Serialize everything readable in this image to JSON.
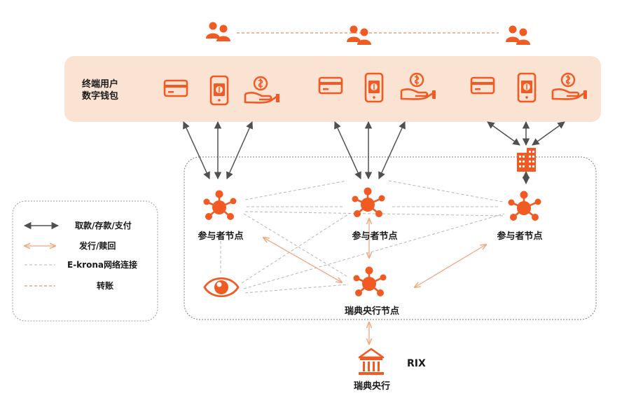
{
  "wallet_label_line1": "终端用户",
  "wallet_label_line2": "数字钱包",
  "participant_nodes": [
    {
      "label": "参与者节点"
    },
    {
      "label": "参与者节点"
    },
    {
      "label": "参与者节点"
    }
  ],
  "central_node_label": "瑞典央行节点",
  "riksbank_label": "瑞典央行",
  "rix_label": "RIX",
  "legend": {
    "items": [
      {
        "label": "取款/存款/支付",
        "style": "dark-double-arrow"
      },
      {
        "label": "发行/赎回",
        "style": "orange-double-arrow"
      },
      {
        "label": "E-krona网络连接",
        "style": "gray-dashed"
      },
      {
        "label": "转账",
        "style": "orange-dashed"
      }
    ]
  },
  "colors": {
    "accent": "#f15a22",
    "wallet_band": "#fbe3d4",
    "dark_arrow": "#505050",
    "light_arrow": "#f2a77e",
    "network": "#b5b5b5",
    "transfer": "#f08a5a"
  }
}
